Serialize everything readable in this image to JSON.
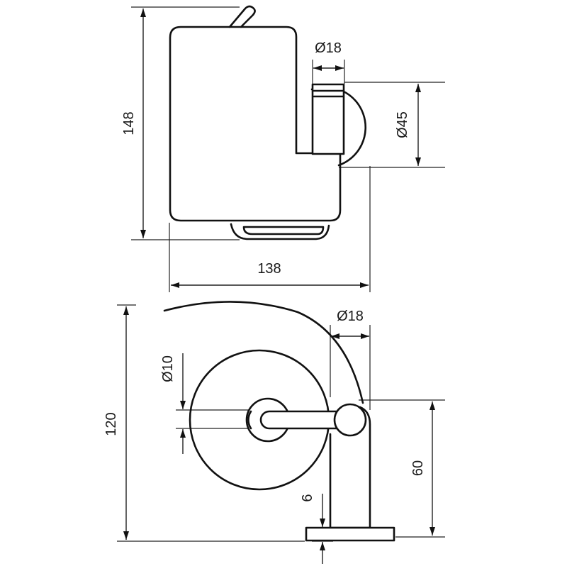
{
  "dimensions": {
    "top_height": "148",
    "top_width": "138",
    "top_pipe_diameter": "Ø18",
    "top_rosette_diameter": "Ø45",
    "bottom_height": "120",
    "bottom_pipe_diameter": "Ø18",
    "bottom_pin_diameter": "Ø10",
    "bottom_arm_height": "60",
    "bottom_base_thickness": "6"
  },
  "colors": {
    "line": "#111111",
    "background": "#ffffff"
  }
}
